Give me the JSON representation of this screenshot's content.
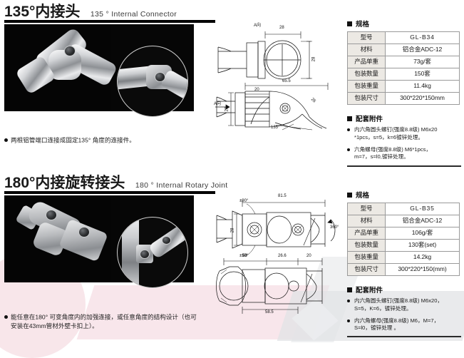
{
  "products": [
    {
      "title_cn": "135°内接头",
      "title_en": "135 °  Internal Connector",
      "description": {
        "line1": "两根铝管端口连接成固定135° 角度的连接件。",
        "line2": ""
      },
      "spec": {
        "heading": "规格",
        "rows": [
          {
            "label": "型号",
            "value": "GL-B34"
          },
          {
            "label": "材料",
            "value": "铝合金ADC-12"
          },
          {
            "label": "产品单重",
            "value": "73g/套"
          },
          {
            "label": "包装数量",
            "value": "150套"
          },
          {
            "label": "包装重量",
            "value": "11.4kg"
          },
          {
            "label": "包装尺寸",
            "value": "300*220*150mm"
          }
        ]
      },
      "accessories": {
        "heading": "配套附件",
        "items": [
          {
            "line1": "内六角圆头螺钉(强度8.8级) M6x20",
            "line2": "*1pcs，s=5，k=6镀锌处理。"
          },
          {
            "line1": "六角螺母(强度8.8级) M6*1pcs，",
            "line2": "m=7，s=l0,镀锌处理。"
          }
        ]
      },
      "drawing": {
        "labels": [
          "A向",
          "28",
          "28",
          "65.5",
          "20",
          "28",
          "135°",
          "26"
        ]
      }
    },
    {
      "title_cn": "180°内接旋转接头",
      "title_en": "180 °  Internal Rotary Joint",
      "description": {
        "line1": "能任意在180° 可变角度内的加强连接，或任意角度的结构设计（也可",
        "line2": "安装在43mm管材外壁卡扣上）。"
      },
      "spec": {
        "heading": "规格",
        "rows": [
          {
            "label": "型号",
            "value": "GL-B35"
          },
          {
            "label": "材料",
            "value": "铝合金ADC-12"
          },
          {
            "label": "产品单重",
            "value": "106g/套"
          },
          {
            "label": "包装数量",
            "value": "130套(set)"
          },
          {
            "label": "包装重量",
            "value": "14.2kg"
          },
          {
            "label": "包装尺寸",
            "value": "300*220*150(mm)"
          }
        ]
      },
      "accessories": {
        "heading": "配套附件",
        "items": [
          {
            "line1": "内六角圆头螺钉(强度8.8级) M6x20，",
            "line2": "S=5，K=6，镀锌处理。"
          },
          {
            "line1": "内六角螺母(强度8.8级) M6，M=7，",
            "line2": "S=l0，镀锌处理 。"
          }
        ]
      },
      "drawing": {
        "labels": [
          "81.5",
          "±90°",
          "±90°",
          "360°",
          "28",
          "58",
          "26.6",
          "20",
          "58.5"
        ]
      }
    }
  ],
  "colors": {
    "model_accent": "#d2649b",
    "label_cell": "#ece9e4",
    "rule": "#000000",
    "photo_bg": "#050505"
  }
}
